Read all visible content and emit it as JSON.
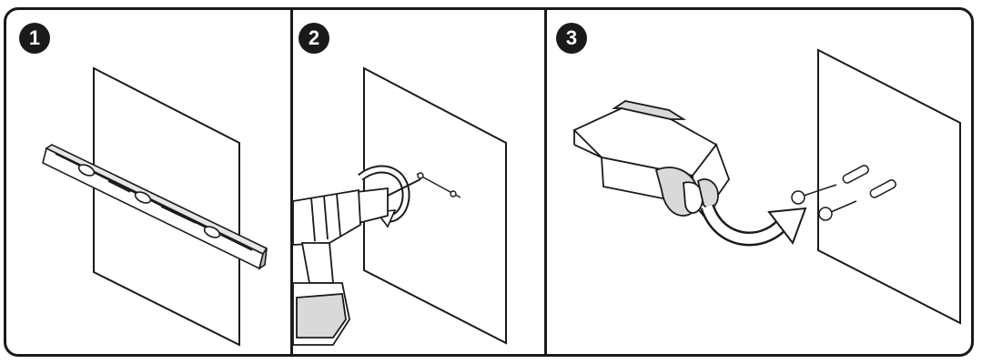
{
  "steps": [
    {
      "number": "1",
      "illustration": "level-icon"
    },
    {
      "number": "2",
      "illustration": "drill-icon"
    },
    {
      "number": "3",
      "illustration": "mount-icon"
    }
  ],
  "colors": {
    "ink": "#1a1a1a",
    "fill": "#ffffff",
    "shade": "#d9d9d9"
  }
}
